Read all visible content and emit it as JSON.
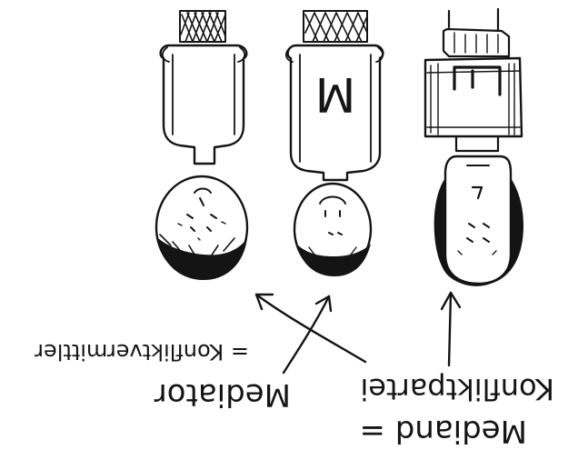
{
  "labels": {
    "mediand": "Mediand =",
    "konfliktpartei": "Konfliktpartei",
    "mediator": "Mediator",
    "konfliktvermittler": "= Konfliktvermittler"
  },
  "figures": {
    "middle_shirt_letter": "M"
  },
  "colors": {
    "ink": "#141414",
    "paper": "#ffffff"
  }
}
